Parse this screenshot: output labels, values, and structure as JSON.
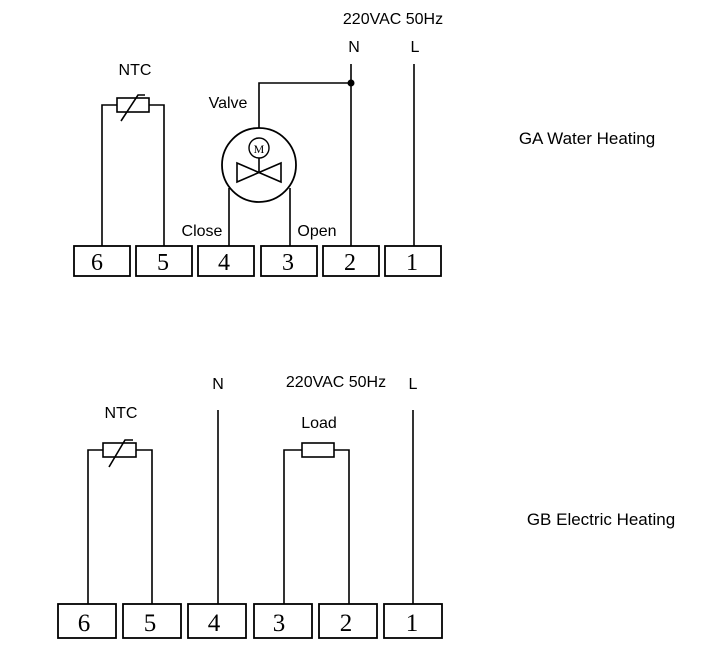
{
  "ga": {
    "supply": "220VAC 50Hz",
    "n_label": "N",
    "l_label": "L",
    "ntc_label": "NTC",
    "valve_label": "Valve",
    "motor_label": "M",
    "close_label": "Close",
    "open_label": "Open",
    "caption": "GA Water Heating",
    "terminals": [
      "6",
      "5",
      "4",
      "3",
      "2",
      "1"
    ]
  },
  "gb": {
    "supply": "220VAC 50Hz",
    "n_label": "N",
    "l_label": "L",
    "ntc_label": "NTC",
    "load_label": "Load",
    "caption": "GB Electric Heating",
    "terminals": [
      "6",
      "5",
      "4",
      "3",
      "2",
      "1"
    ]
  }
}
